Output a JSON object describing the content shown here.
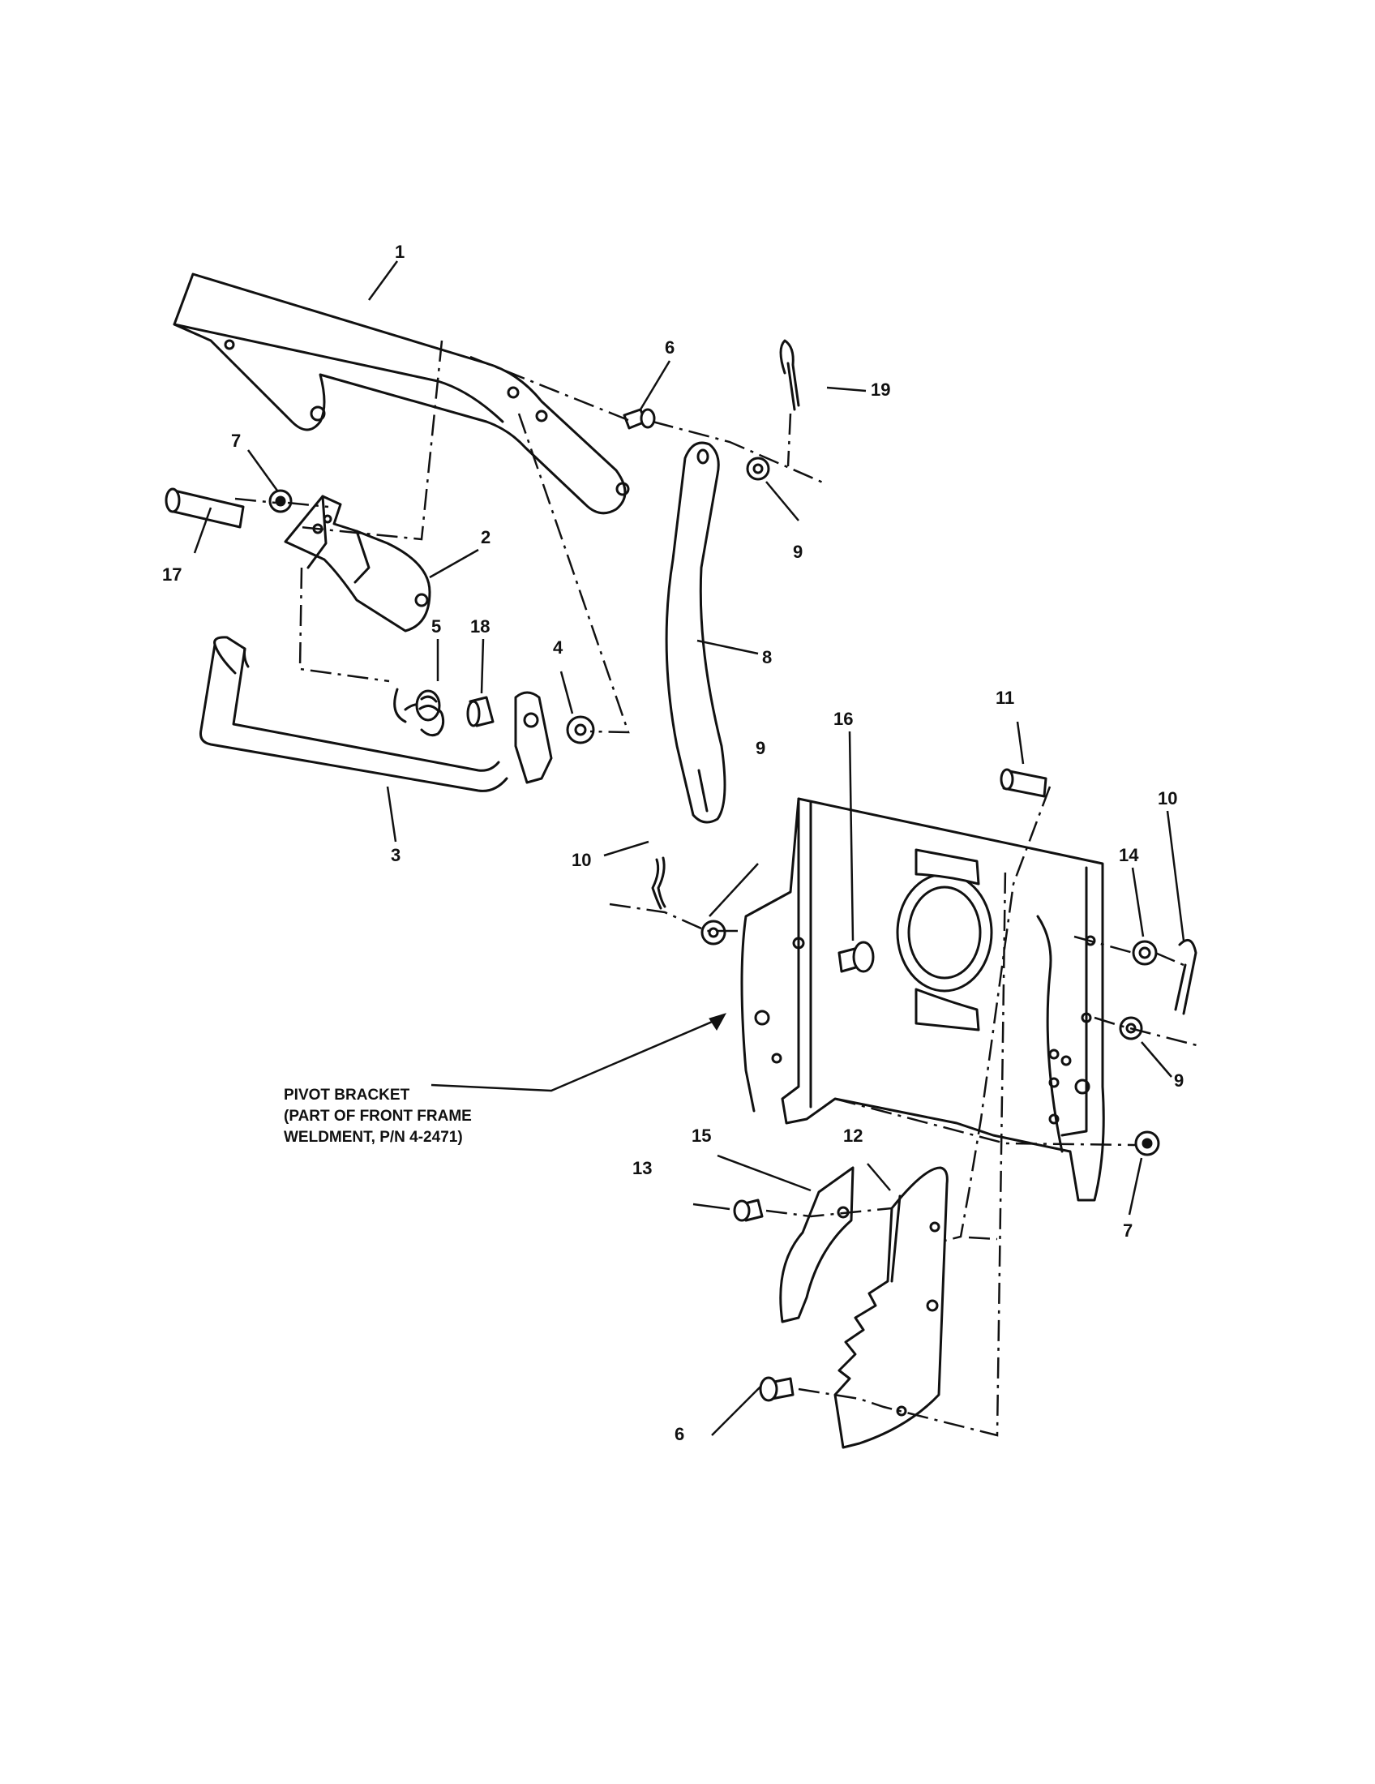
{
  "callouts": {
    "c1": "1",
    "c2": "2",
    "c3": "3",
    "c4": "4",
    "c5": "5",
    "c6a": "6",
    "c6b": "6",
    "c7a": "7",
    "c7b": "7",
    "c8": "8",
    "c9a": "9",
    "c9b": "9",
    "c9c": "9",
    "c10a": "10",
    "c10b": "10",
    "c11": "11",
    "c12": "12",
    "c13": "13",
    "c14": "14",
    "c15": "15",
    "c16": "16",
    "c17": "17",
    "c18": "18",
    "c19": "19"
  },
  "note": {
    "line1": "PIVOT BRACKET",
    "line2": "(PART OF FRONT FRAME",
    "line3": "WELDMENT, P/N 4-2471)"
  }
}
